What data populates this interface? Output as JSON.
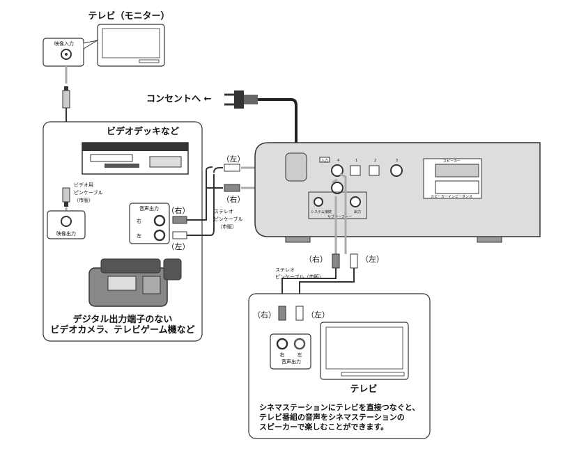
{
  "tv_monitor": {
    "title": "テレビ（モニター）",
    "video_in_label": "映像入力"
  },
  "outlet": {
    "label": "コンセントへ ←"
  },
  "left_panel": {
    "title": "ビデオデッキなど",
    "video_cable": [
      "ビデオ用",
      "ピンケーブル",
      "（市販）"
    ],
    "video_out_label": "映像出力",
    "audio_out_label": "音声出力",
    "right_label": "右",
    "left_label": "左",
    "plug_right": "（右）",
    "plug_left": "（左）",
    "caption": [
      "デジタル出力端子のない",
      "ビデオカメラ、テレビゲーム機など"
    ]
  },
  "stereo_cable_top": {
    "lines": [
      "ステレオ",
      "ピンケーブル",
      "（市販）"
    ],
    "left": "（左）",
    "right": "（右）"
  },
  "main_unit": {
    "input_label": "入力",
    "inputs": [
      "4",
      "1",
      "2",
      "3"
    ],
    "speaker_label": "スピーカー",
    "speaker_impedance": "スピーカーインピーダンス",
    "system_label": "システム接続",
    "output_label": "出力",
    "subwoofer_label": "サブウーファー"
  },
  "stereo_cable_bottom": {
    "lines": [
      "ステレオ",
      "ピンケーブル（市販）"
    ],
    "right": "（右）",
    "left": "（左）"
  },
  "right_panel": {
    "plug_right": "（右）",
    "plug_left": "（左）",
    "right_label": "右",
    "left_label": "左",
    "audio_out_label": "音声出力",
    "tv_label": "テレビ",
    "description": [
      "シネマステーションにテレビを直接つなぐと、",
      "テレビ番組の音声をシネマステーションの",
      "スピーカーで楽しむことができます。"
    ]
  }
}
